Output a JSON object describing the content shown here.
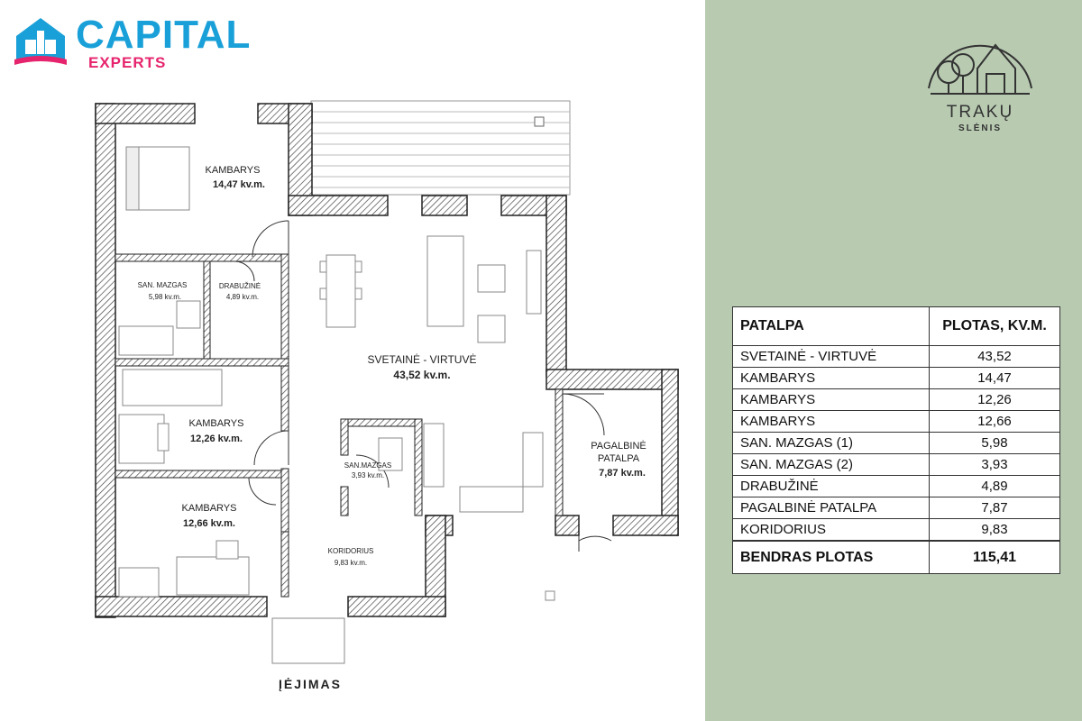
{
  "logo": {
    "brand": "CAPITAL",
    "sub": "EXPERTS"
  },
  "rooms": {
    "kambarys1": {
      "name": "KAMBARYS",
      "area": "14,47 kv.m."
    },
    "san1": {
      "name": "SAN. MAZGAS",
      "area": "5,98 kv.m."
    },
    "drab": {
      "name": "DRABUŽINĖ",
      "area": "4,89 kv.m."
    },
    "svetaine": {
      "name": "SVETAINĖ - VIRTUVĖ",
      "area": "43,52 kv.m."
    },
    "kambarys2": {
      "name": "KAMBARYS",
      "area": "12,26 kv.m."
    },
    "san2": {
      "name": "SAN.MAZGAS",
      "area": "3,93 kv.m."
    },
    "pagalbine": {
      "name1": "PAGALBINĖ",
      "name2": "PATALPA",
      "area": "7,87 kv.m."
    },
    "kambarys3": {
      "name": "KAMBARYS",
      "area": "12,66 kv.m."
    },
    "koridorius": {
      "name": "KORIDORIUS",
      "area": "9,83 kv.m."
    }
  },
  "entrance": "ĮĖJIMAS",
  "side_logo": {
    "name": "TRAKŲ",
    "tag": "SLĖNIS"
  },
  "table": {
    "headers": [
      "PATALPA",
      "PLOTAS, KV.M."
    ],
    "rows": [
      [
        "SVETAINĖ - VIRTUVĖ",
        "43,52"
      ],
      [
        "KAMBARYS",
        "14,47"
      ],
      [
        "KAMBARYS",
        "12,26"
      ],
      [
        "KAMBARYS",
        "12,66"
      ],
      [
        "SAN. MAZGAS (1)",
        "5,98"
      ],
      [
        "SAN. MAZGAS (2)",
        "3,93"
      ],
      [
        "DRABUŽINĖ",
        "4,89"
      ],
      [
        "PAGALBINĖ PATALPA",
        "7,87"
      ],
      [
        "KORIDORIUS",
        "9,83"
      ]
    ],
    "total": [
      "BENDRAS PLOTAS",
      "115,41"
    ]
  }
}
